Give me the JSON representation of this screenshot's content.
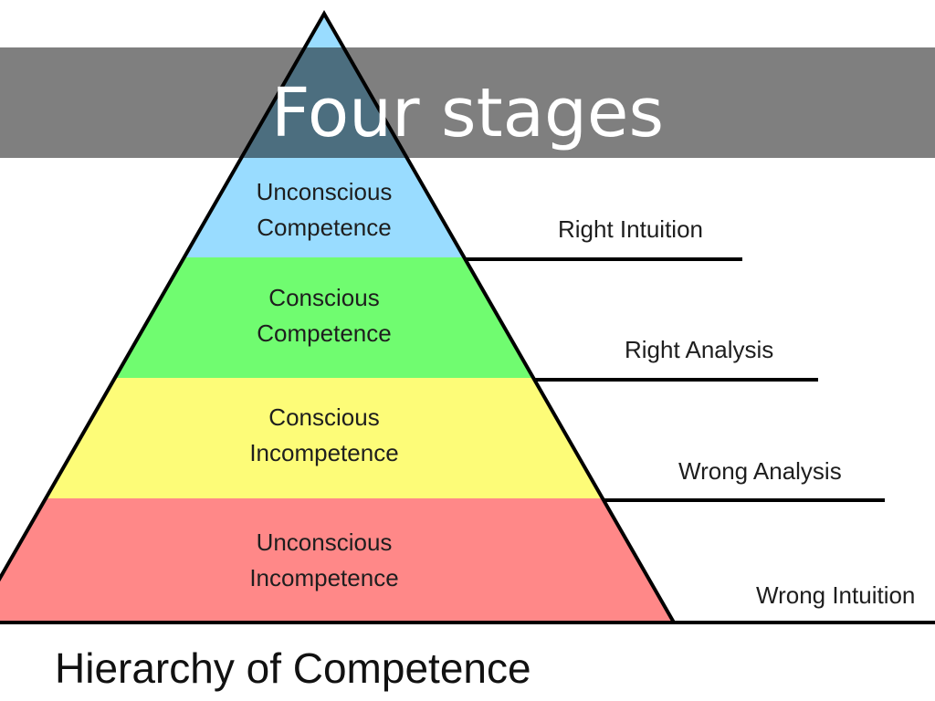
{
  "diagram": {
    "title": "Hierarchy of Competence",
    "levels": [
      {
        "line1": "Unconscious",
        "line2": "Competence",
        "side_label": "Right Intuition",
        "color": "#99dcff"
      },
      {
        "line1": "Conscious",
        "line2": "Competence",
        "side_label": "Right Analysis",
        "color": "#70fc70"
      },
      {
        "line1": "Conscious",
        "line2": "Incompetence",
        "side_label": "Wrong Analysis",
        "color": "#fdfc78"
      },
      {
        "line1": "Unconscious",
        "line2": "Incompetence",
        "side_label": "Wrong Intuition",
        "color": "#ff8888"
      }
    ]
  },
  "banner": {
    "text": "Four stages"
  }
}
